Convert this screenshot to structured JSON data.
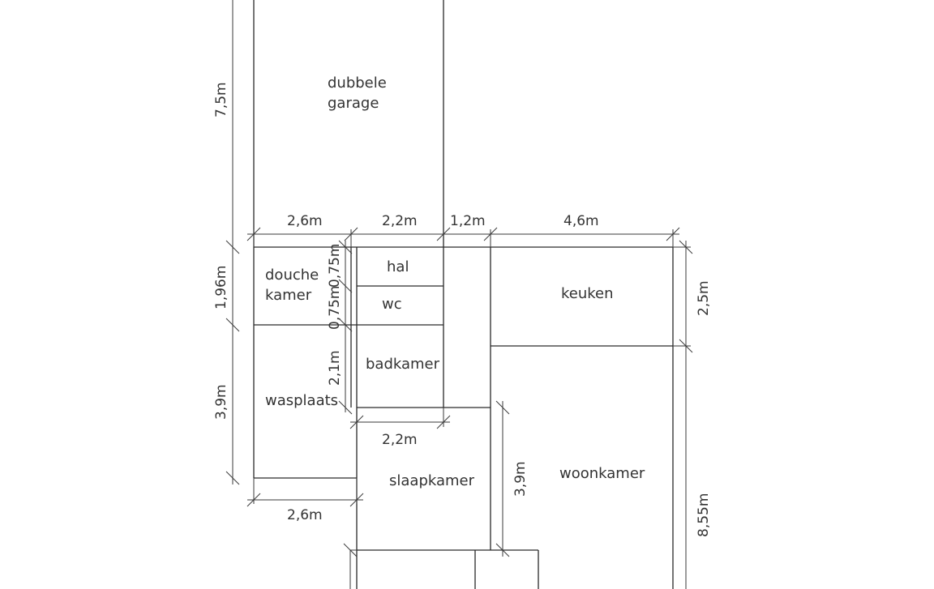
{
  "rooms": {
    "garage_line1": "dubbele",
    "garage_line2": "garage",
    "douche_line1": "douche",
    "douche_line2": "kamer",
    "hal": "hal",
    "wc": "wc",
    "badkamer": "badkamer",
    "wasplaats": "wasplaats",
    "slaapkamer": "slaapkamer",
    "keuken": "keuken",
    "woonkamer": "woonkamer"
  },
  "dimensions": {
    "garage_depth": "7,5m",
    "top_a": "2,6m",
    "top_b": "2,2m",
    "top_c": "1,2m",
    "top_d": "4,6m",
    "douche_height": "1,96m",
    "wasplaats_height": "3,9m",
    "hal_height": "0,75m",
    "wc_height": "0,75m",
    "badkamer_height": "2,1m",
    "badkamer_width": "2,2m",
    "wasplaats_width": "2,6m",
    "slaapkamer_height": "3,9m",
    "keuken_height": "2,5m",
    "woonkamer_height": "8,55m"
  }
}
